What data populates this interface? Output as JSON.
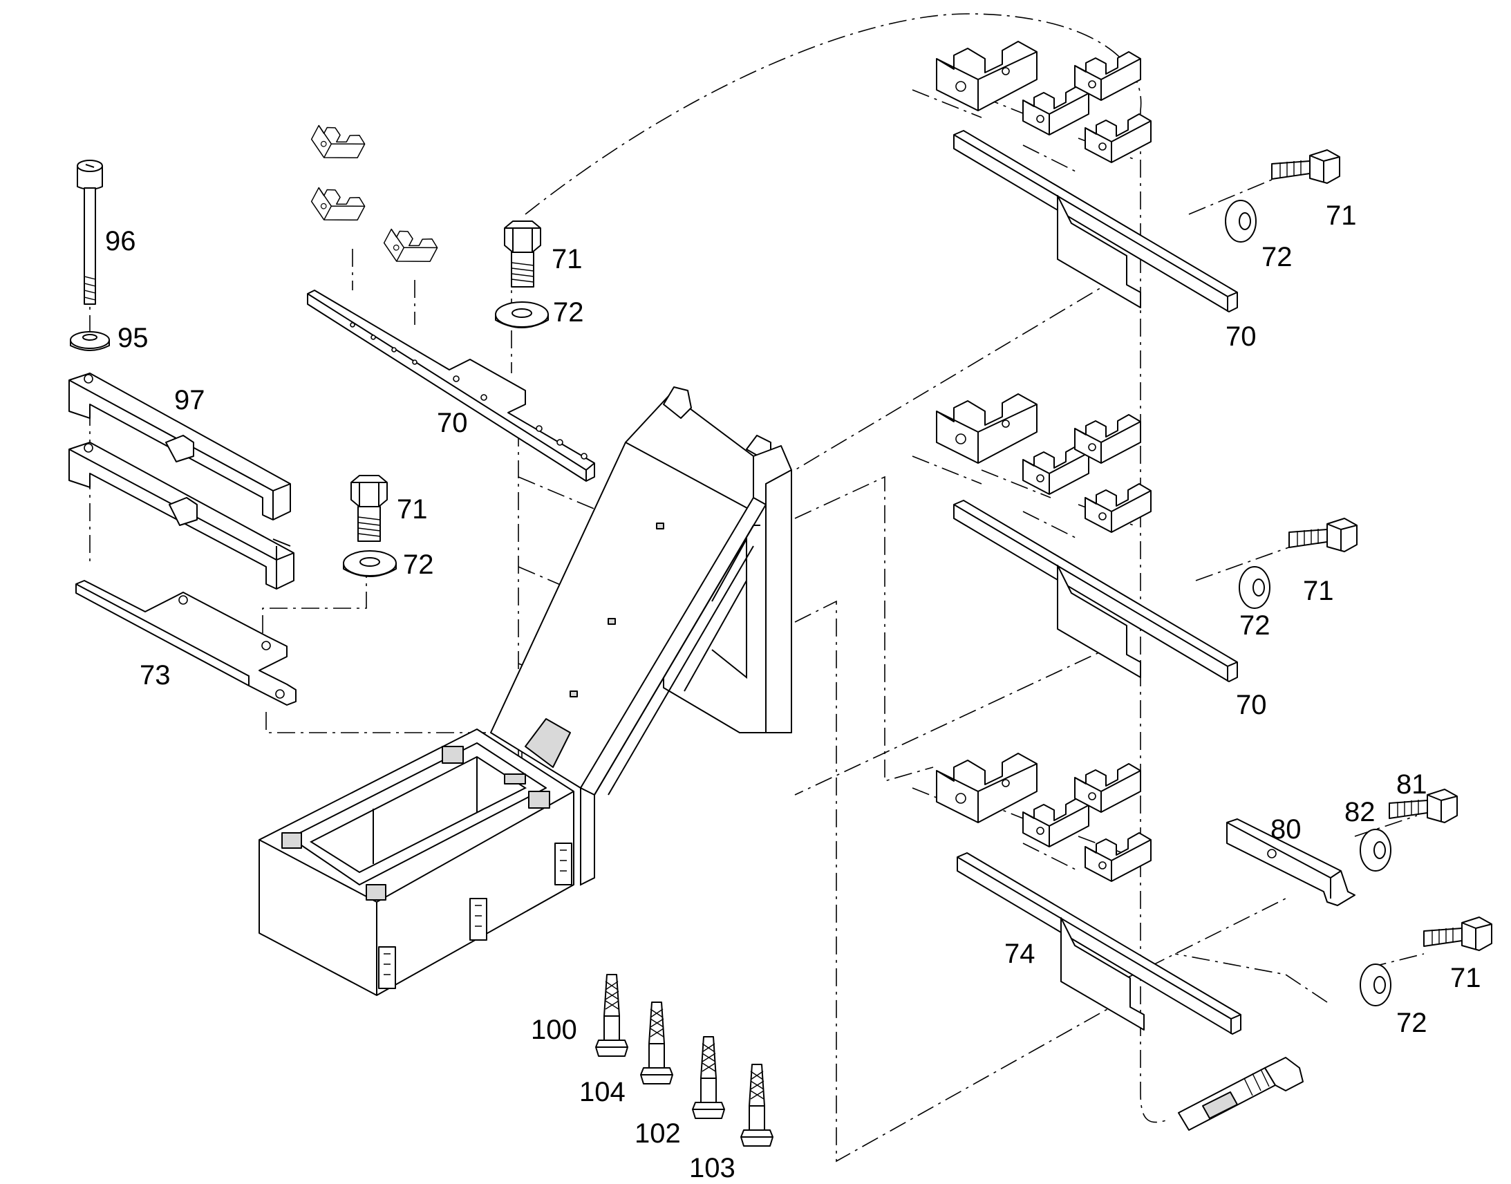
{
  "diagram": {
    "type": "exploded-parts-view",
    "callouts": [
      {
        "id": "c96a",
        "text": "96"
      },
      {
        "id": "c95a",
        "text": "95"
      },
      {
        "id": "c97a",
        "text": "97"
      },
      {
        "id": "c73a",
        "text": "73"
      },
      {
        "id": "c71a",
        "text": "71"
      },
      {
        "id": "c72a",
        "text": "72"
      },
      {
        "id": "c70a",
        "text": "70"
      },
      {
        "id": "c71b",
        "text": "71"
      },
      {
        "id": "c72b",
        "text": "72"
      },
      {
        "id": "c71c",
        "text": "71"
      },
      {
        "id": "c72c",
        "text": "72"
      },
      {
        "id": "c70b",
        "text": "70"
      },
      {
        "id": "c71d",
        "text": "71"
      },
      {
        "id": "c72d",
        "text": "72"
      },
      {
        "id": "c70c",
        "text": "70"
      },
      {
        "id": "c81",
        "text": "81"
      },
      {
        "id": "c82",
        "text": "82"
      },
      {
        "id": "c80",
        "text": "80"
      },
      {
        "id": "c74",
        "text": "74"
      },
      {
        "id": "c71e",
        "text": "71"
      },
      {
        "id": "c72e",
        "text": "72"
      },
      {
        "id": "c100",
        "text": "100"
      },
      {
        "id": "c104",
        "text": "104"
      },
      {
        "id": "c102",
        "text": "102"
      },
      {
        "id": "c103",
        "text": "103"
      }
    ],
    "colors": {
      "line": "#000000",
      "fill": "#ffffff",
      "shade": "#d9d9d9"
    }
  }
}
